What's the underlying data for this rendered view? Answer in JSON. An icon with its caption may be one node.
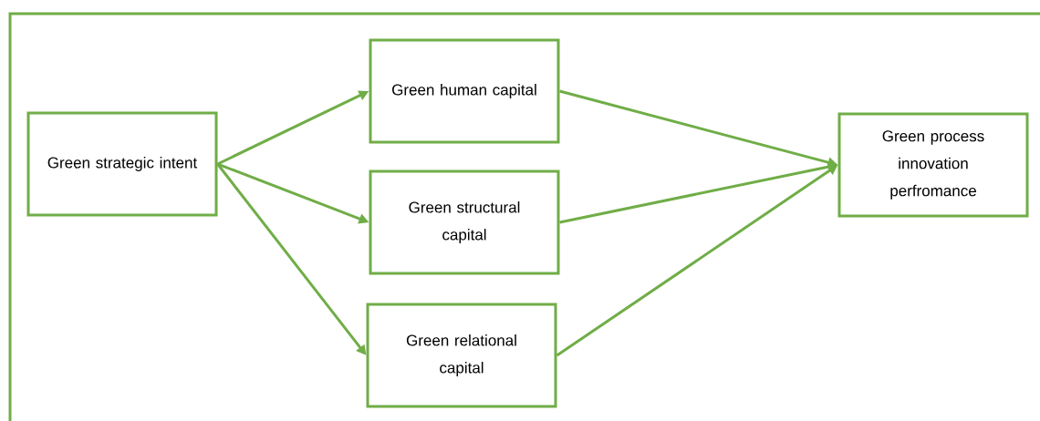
{
  "diagram": {
    "nodes": [
      {
        "text": [
          "Green strategic intent"
        ]
      },
      {
        "text": [
          "Green human capital"
        ]
      },
      {
        "text": [
          "Green structural capital"
        ]
      },
      {
        "text": [
          "Green relational capital"
        ]
      },
      {
        "text": [
          "Green process innovation perfromance"
        ]
      }
    ],
    "edges": [
      {
        "from": 0,
        "to": 1,
        "arrow": "to"
      },
      {
        "from": 0,
        "to": 2,
        "arrow": "to"
      },
      {
        "from": 0,
        "to": 3,
        "arrow": "to"
      },
      {
        "from": 1,
        "to": 4,
        "arrow": "to"
      },
      {
        "from": 2,
        "to": 4,
        "arrow": "to"
      },
      {
        "from": 3,
        "to": 4,
        "arrow": "to"
      }
    ]
  }
}
